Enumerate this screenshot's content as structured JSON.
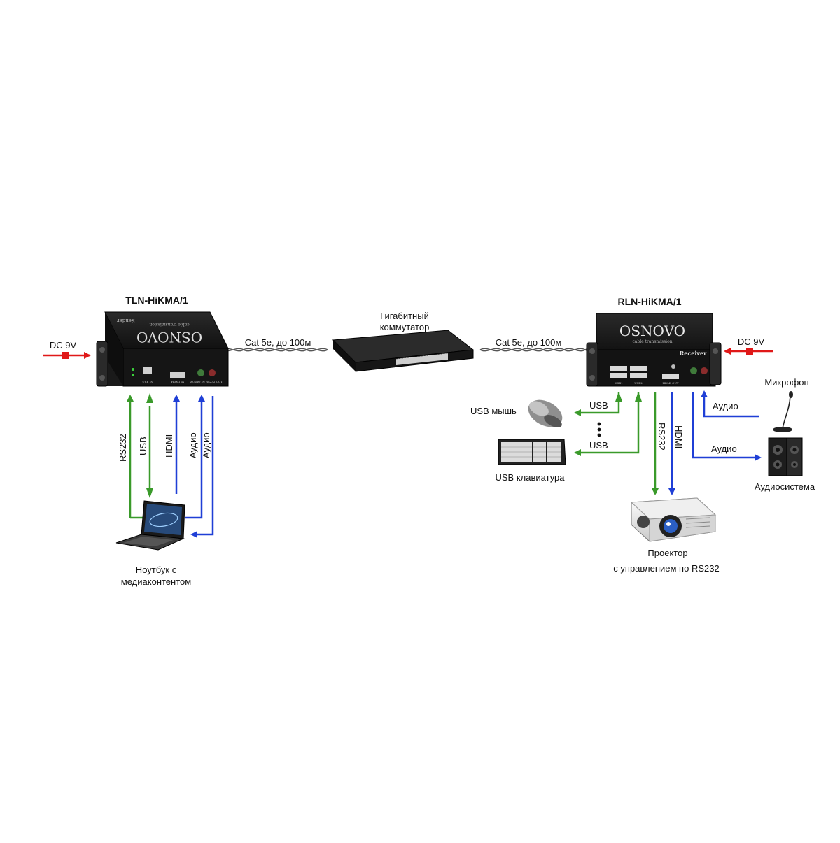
{
  "sender": {
    "model": "TLN-HiKMA/1",
    "brand": "OSNOVO",
    "tagline": "cable transmission",
    "side_label": "Sender",
    "port_usb": "USB IN",
    "port_hdmi": "HDMI IN",
    "port_audio": "AUDIO IN RS232 OUT"
  },
  "receiver": {
    "model": "RLN-HiKMA/1",
    "brand": "OSNOVO",
    "tagline": "cable transmission",
    "side_label": "Receiver",
    "port_usb1": "USB1",
    "port_usb2": "USB2",
    "port_hdmi": "HDMI OUT"
  },
  "switch": {
    "line1": "Гигабитный",
    "line2": "коммутатор"
  },
  "cable_left": "Cat 5e, до 100м",
  "cable_right": "Cat 5e, до 100м",
  "power_left": "DC 9V",
  "power_right": "DC 9V",
  "sender_links": {
    "rs232": "RS232",
    "usb": "USB",
    "hdmi": "HDMI",
    "audio_in": "Аудио",
    "audio_out": "Аудио"
  },
  "receiver_links": {
    "usb_mouse": "USB",
    "usb_keyboard": "USB",
    "rs232": "RS232",
    "hdmi": "HDMI",
    "audio_in": "Аудио",
    "audio_out": "Аудио"
  },
  "devices": {
    "laptop_line1": "Ноутбук с",
    "laptop_line2": "медиаконтентом",
    "mouse": "USB мышь",
    "keyboard": "USB клавиатура",
    "microphone": "Микрофон",
    "speakers": "Аудиосистема",
    "projector_line1": "Проектор",
    "projector_line2": "с управлением по RS232"
  },
  "colors": {
    "green": "#3a9a2a",
    "blue": "#1f3fd6",
    "red": "#e01818",
    "device": "#1b1b1b"
  }
}
